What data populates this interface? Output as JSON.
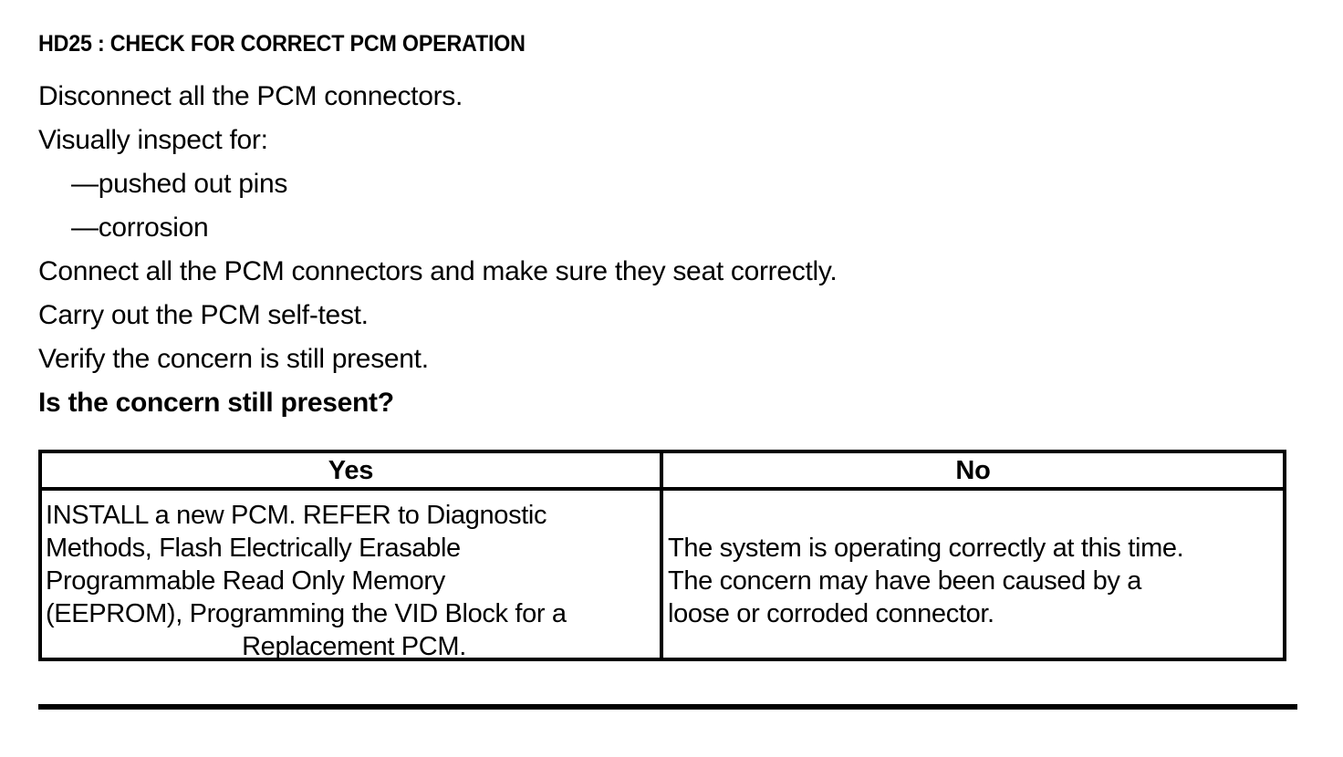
{
  "document": {
    "section_title": "HD25 : CHECK FOR CORRECT PCM OPERATION",
    "procedure_lines": [
      {
        "text": "Disconnect all the PCM connectors.",
        "style": "normal"
      },
      {
        "text": "Visually inspect for:",
        "style": "normal"
      },
      {
        "text": "—pushed out pins",
        "style": "indent"
      },
      {
        "text": "—corrosion",
        "style": "indent"
      },
      {
        "text": "Connect all the PCM connectors and make sure they seat correctly.",
        "style": "normal"
      },
      {
        "text": "Carry out the PCM self-test.",
        "style": "normal"
      },
      {
        "text": "Verify the concern is still present.",
        "style": "normal"
      },
      {
        "text": "Is the concern still present?",
        "style": "bold"
      }
    ]
  },
  "decision_table": {
    "headers": {
      "yes": "Yes",
      "no": "No"
    },
    "yes_cell": {
      "lines": [
        "INSTALL a new PCM. REFER to Diagnostic",
        "Methods,  Flash Electrically Erasable",
        "Programmable Read Only Memory",
        "(EEPROM), Programming the VID Block for a",
        "Replacement PCM."
      ]
    },
    "no_cell": {
      "lines": [
        "The system is operating correctly at this time.",
        "The concern may have been caused by a",
        "loose or corroded connector."
      ]
    }
  },
  "colors": {
    "ink": "#000000",
    "page": "#ffffff"
  }
}
